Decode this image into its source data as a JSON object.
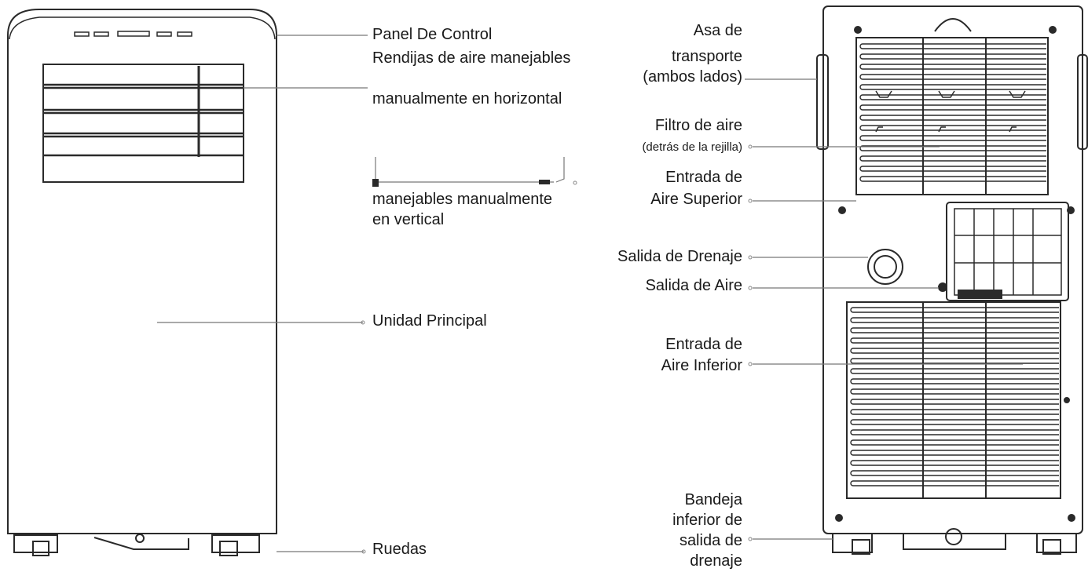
{
  "front_labels": {
    "control_panel": "Panel De Control",
    "louvers_horizontal_line1": "Rendijas de aire manejables",
    "louvers_horizontal_line2": "manualmente en horizontal",
    "louvers_vertical_line1": "manejables manualmente",
    "louvers_vertical_line2": "en vertical",
    "main_unit": "Unidad Principal",
    "wheels": "Ruedas"
  },
  "back_labels": {
    "handle_line1": "Asa de",
    "handle_line2": "transporte",
    "handle_line3": "(ambos lados)",
    "filter_line1": "Filtro de aire",
    "filter_line2": "(detrás de la rejilla)",
    "upper_inlet_line1": "Entrada de",
    "upper_inlet_line2": "Aire Superior",
    "drain_outlet": "Salida de Drenaje",
    "air_outlet": "Salida de Aire",
    "lower_inlet_line1": "Entrada de",
    "lower_inlet_line2": "Aire Inferior",
    "tray_line1": "Bandeja",
    "tray_line2": "inferior de",
    "tray_line3": "salida de",
    "tray_line4": "drenaje"
  },
  "colors": {
    "outline": "#2a2a2a",
    "leader": "#777777",
    "text": "#1a1a1a"
  }
}
